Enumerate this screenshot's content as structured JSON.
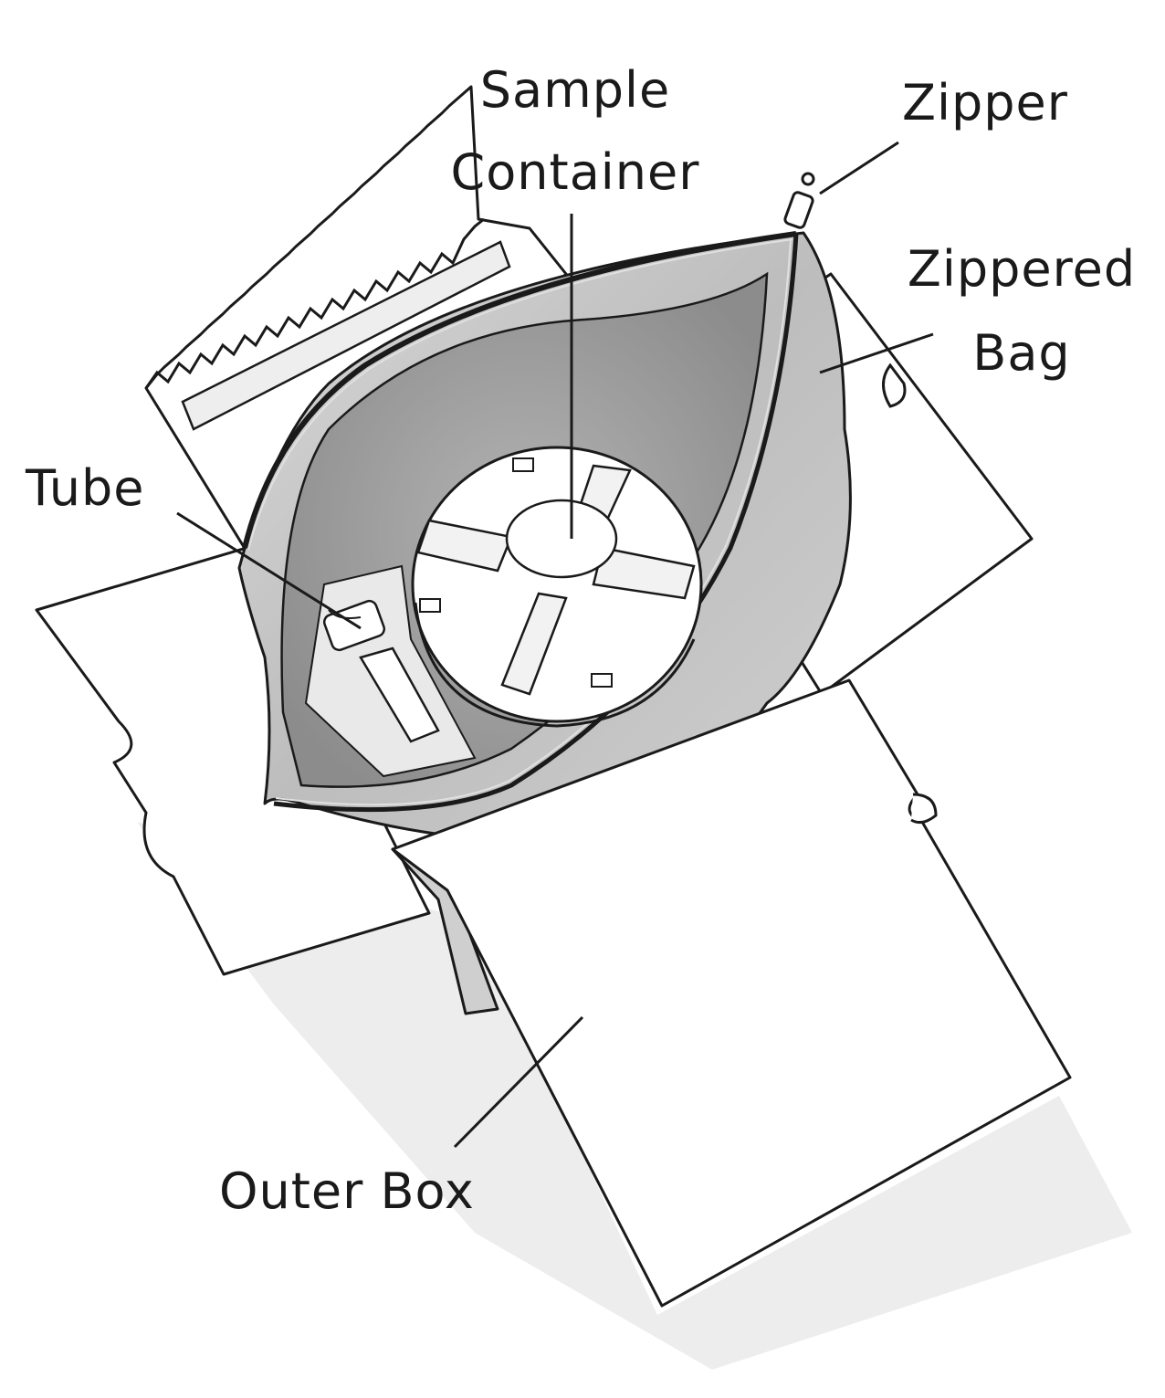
{
  "labels": {
    "sample_container": {
      "line1": "Sample",
      "line2": "Container"
    },
    "zipper": "Zipper",
    "zippered_bag": {
      "line1": "Zippered",
      "line2": "Bag"
    },
    "tube": "Tube",
    "outer_box": "Outer Box"
  },
  "colors": {
    "outline": "#1a1a1a",
    "paper": "#ffffff",
    "bag": "#c9c9c9",
    "bag_dark": "#9e9e9e",
    "shadow": "#d6d6d6"
  }
}
